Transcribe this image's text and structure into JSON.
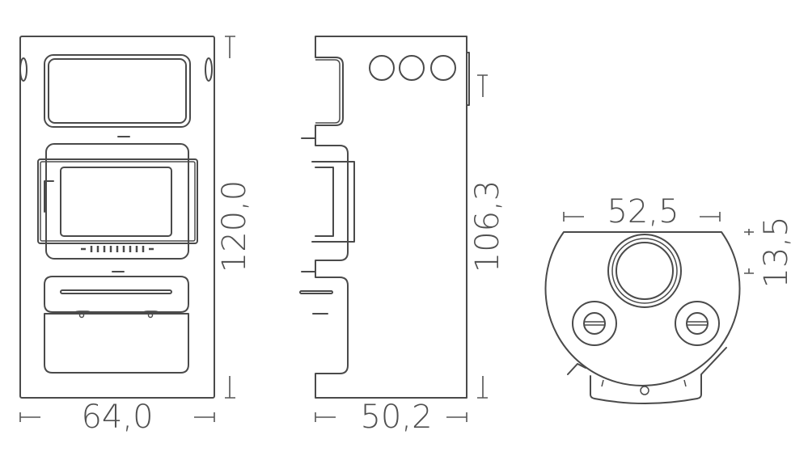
{
  "dimensions": {
    "front_width": "64,0",
    "front_height": "120,0",
    "side_depth": "50,2",
    "side_height": "106,3",
    "top_width": "52,5",
    "top_offset": "13,5"
  },
  "colors": {
    "line": "#4a4a4a",
    "background": "#ffffff"
  }
}
